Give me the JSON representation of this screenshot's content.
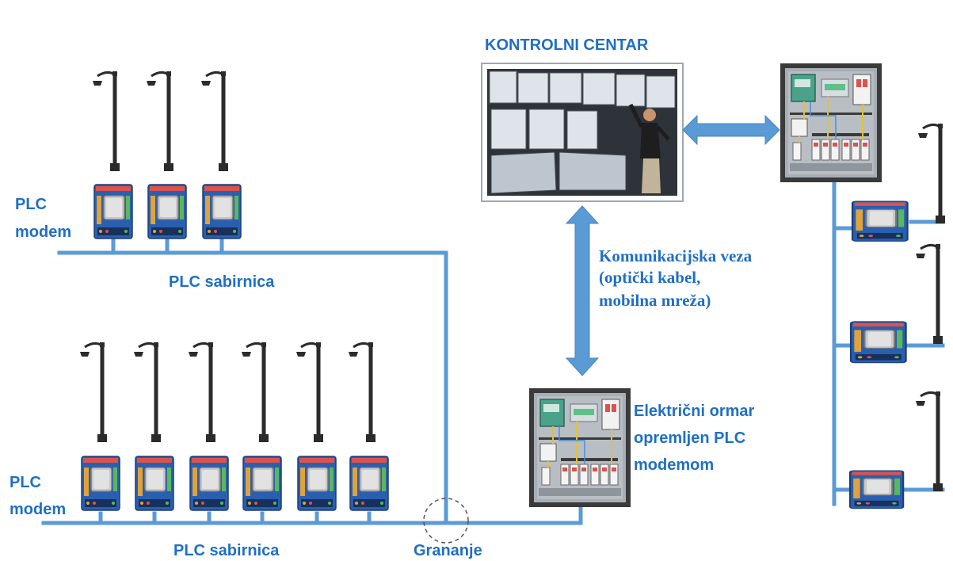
{
  "labels": {
    "control_center": "KONTROLNI CENTAR",
    "plc_modem_top_line1": "PLC",
    "plc_modem_top_line2": "modem",
    "plc_bus_top": "PLC sabirnica",
    "plc_modem_bottom_line1": "PLC",
    "plc_modem_bottom_line2": "modem",
    "plc_bus_bottom": "PLC sabirnica",
    "branching": "Grananje",
    "comm_link_line1": "Komunikacijska veza",
    "comm_link_line2": "(optički kabel,",
    "comm_link_line3": "mobilna mreža)",
    "cabinet_line1": "Električni ormar",
    "cabinet_line2": "opremljen PLC",
    "cabinet_line3": "modemom"
  },
  "colors": {
    "label_blue": "#1f6fc4",
    "bus_line": "#5b9bd5",
    "arrow_fill": "#5b9bd5",
    "modem_board": "#2a5fb0",
    "cabinet_frame": "#3a3a3a"
  },
  "icons": {
    "lamp": "street-lamp-icon",
    "modem": "plc-modem-icon",
    "cabinet": "electrical-cabinet-icon",
    "control_room": "control-room-photo"
  }
}
